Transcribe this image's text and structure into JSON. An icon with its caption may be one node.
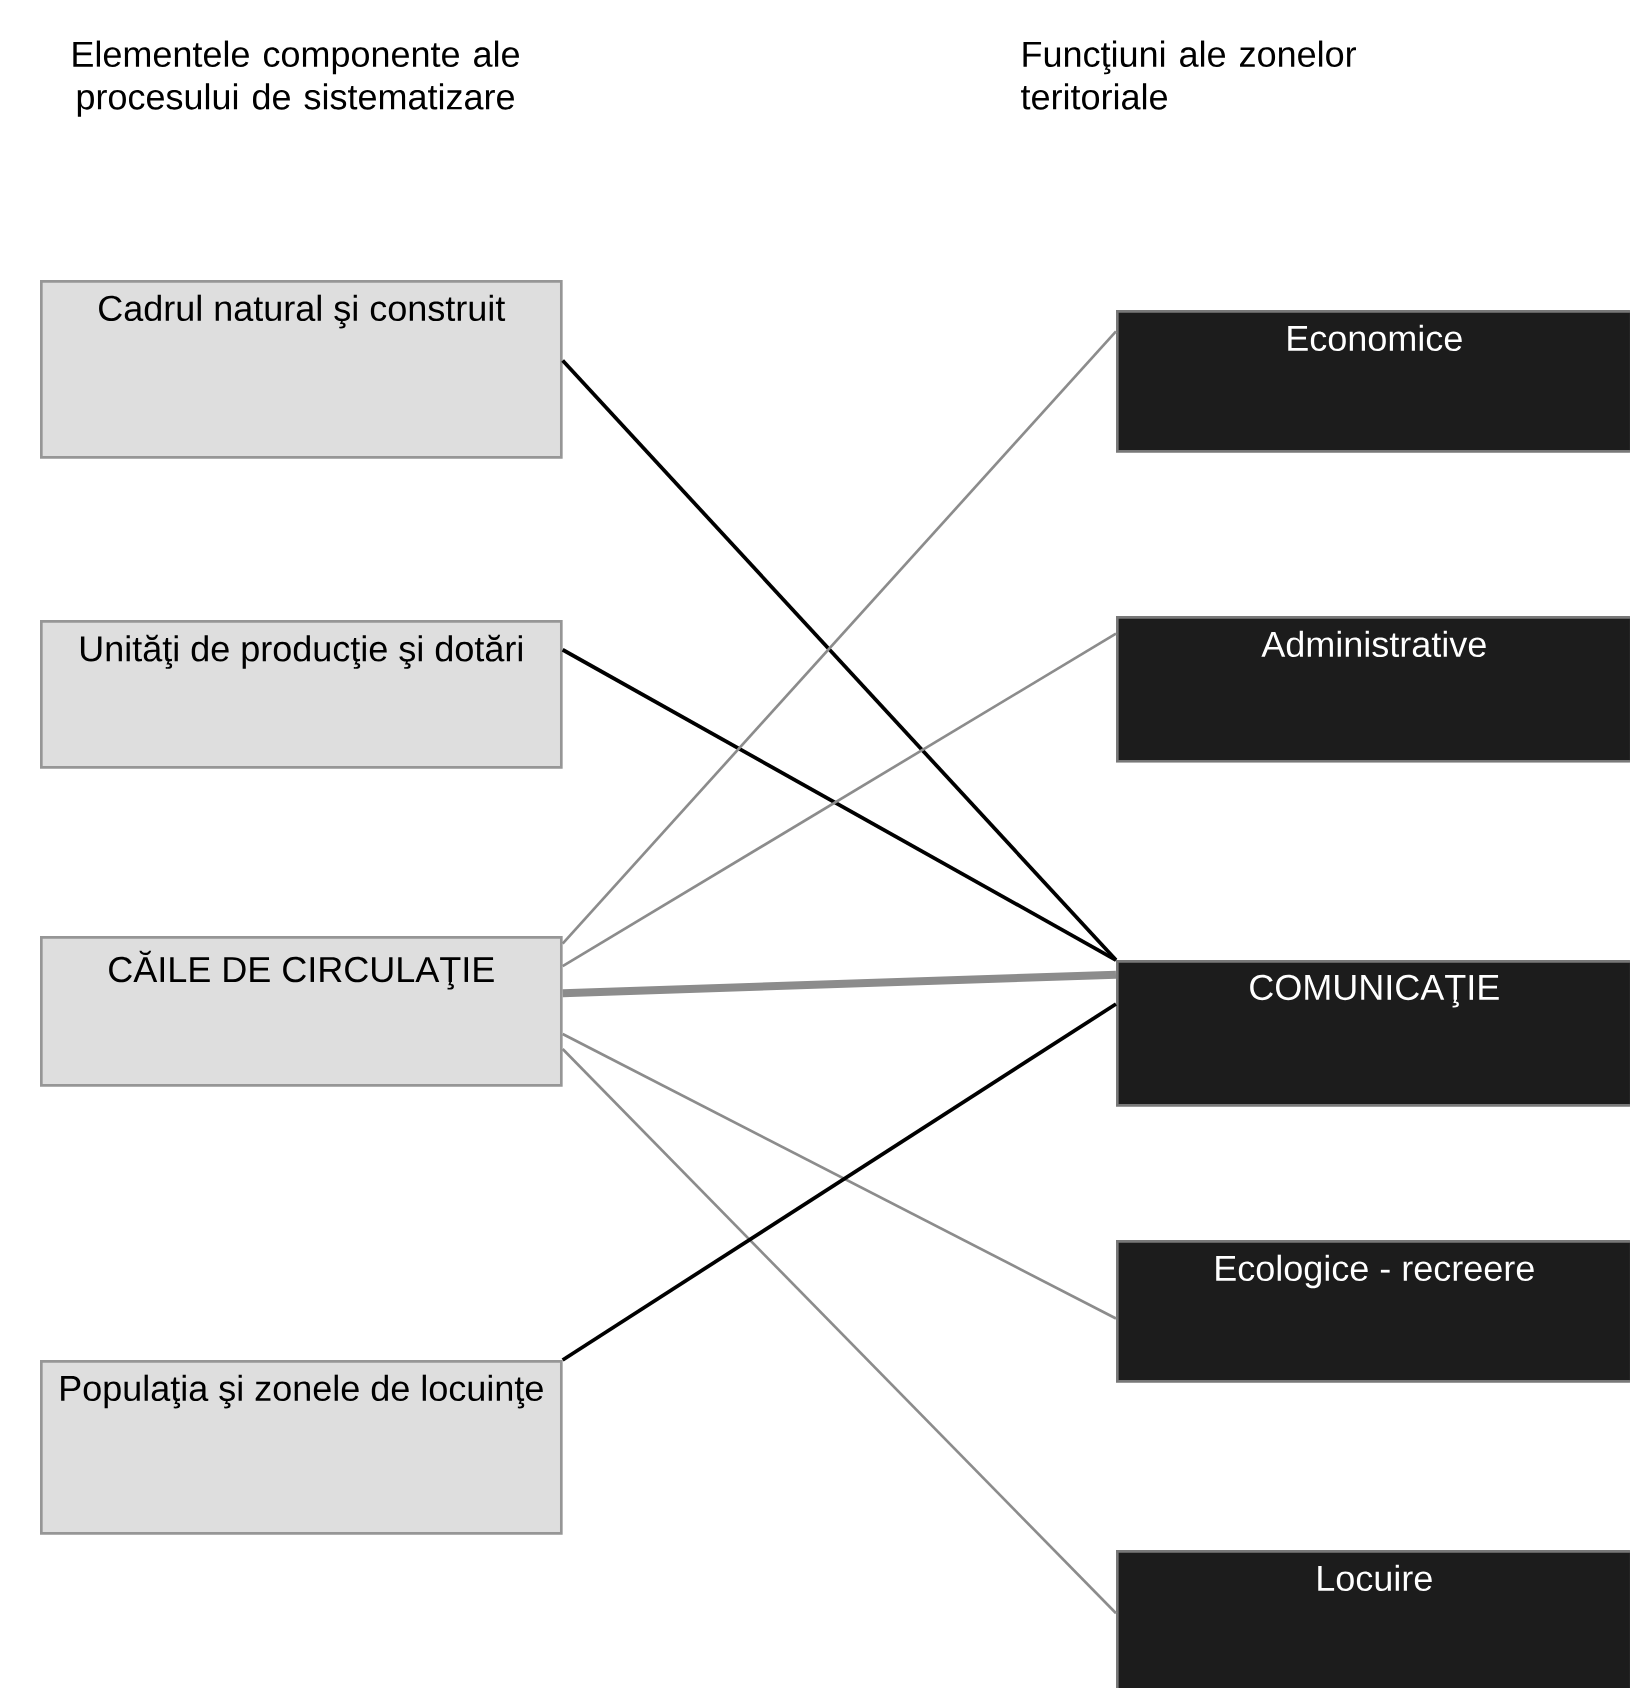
{
  "diagram": {
    "nodes": [
      {
        "text": [
          "Cadrul natural şi construit"
        ]
      },
      {
        "text": [
          "Unităţi de producţie şi dotări"
        ]
      },
      {
        "text": [
          "CĂILE DE CIRCULAŢIE"
        ]
      },
      {
        "text": [
          "Populaţia şi zonele de locuinţe"
        ]
      },
      {
        "text": [
          "Economice"
        ]
      },
      {
        "text": [
          "Administrative"
        ]
      },
      {
        "text": [
          "COMUNICAŢIE"
        ]
      },
      {
        "text": [
          "Ecologice - recreere"
        ]
      },
      {
        "text": [
          "Locuire"
        ]
      }
    ],
    "edges": [
      {
        "from": 0,
        "to": 6,
        "arrow": "none",
        "color": "#000000"
      },
      {
        "from": 1,
        "to": 6,
        "arrow": "none",
        "color": "#000000"
      },
      {
        "from": 2,
        "to": 4,
        "arrow": "none"
      },
      {
        "from": 2,
        "to": 5,
        "arrow": "none"
      },
      {
        "from": 2,
        "to": 6,
        "arrow": "none",
        "style": "thick"
      },
      {
        "from": 2,
        "to": 7,
        "arrow": "none"
      },
      {
        "from": 2,
        "to": 8,
        "arrow": "none"
      },
      {
        "from": 3,
        "to": 6,
        "arrow": "none",
        "color": "#000000"
      }
    ],
    "labels": [
      "Elementele componente ale procesului de sistematizare",
      "Funcţiuni ale zonelor teritoriale"
    ]
  }
}
